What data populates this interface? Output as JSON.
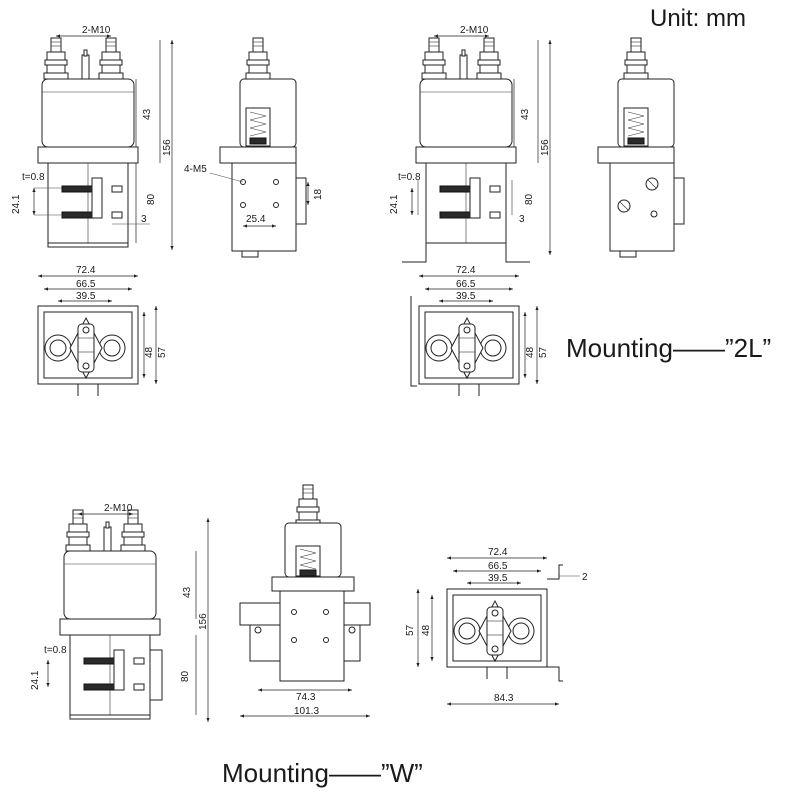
{
  "unit_label": "Unit: mm",
  "mountings": [
    {
      "label": "Mounting——”2L”"
    },
    {
      "label": "Mounting——”W”"
    }
  ],
  "dims": {
    "m10": "2-M10",
    "h43": "43",
    "h156": "156",
    "h80": "80",
    "t08": "t=0.8",
    "h241": "24.1",
    "w3": "3",
    "m5": "4-M5",
    "h18": "18",
    "w254": "25.4",
    "w724": "72.4",
    "w665": "66.5",
    "w395": "39.5",
    "h48": "48",
    "h57": "57",
    "w743": "74.3",
    "w1013": "101.3",
    "w843": "84.3",
    "w2": "2"
  }
}
